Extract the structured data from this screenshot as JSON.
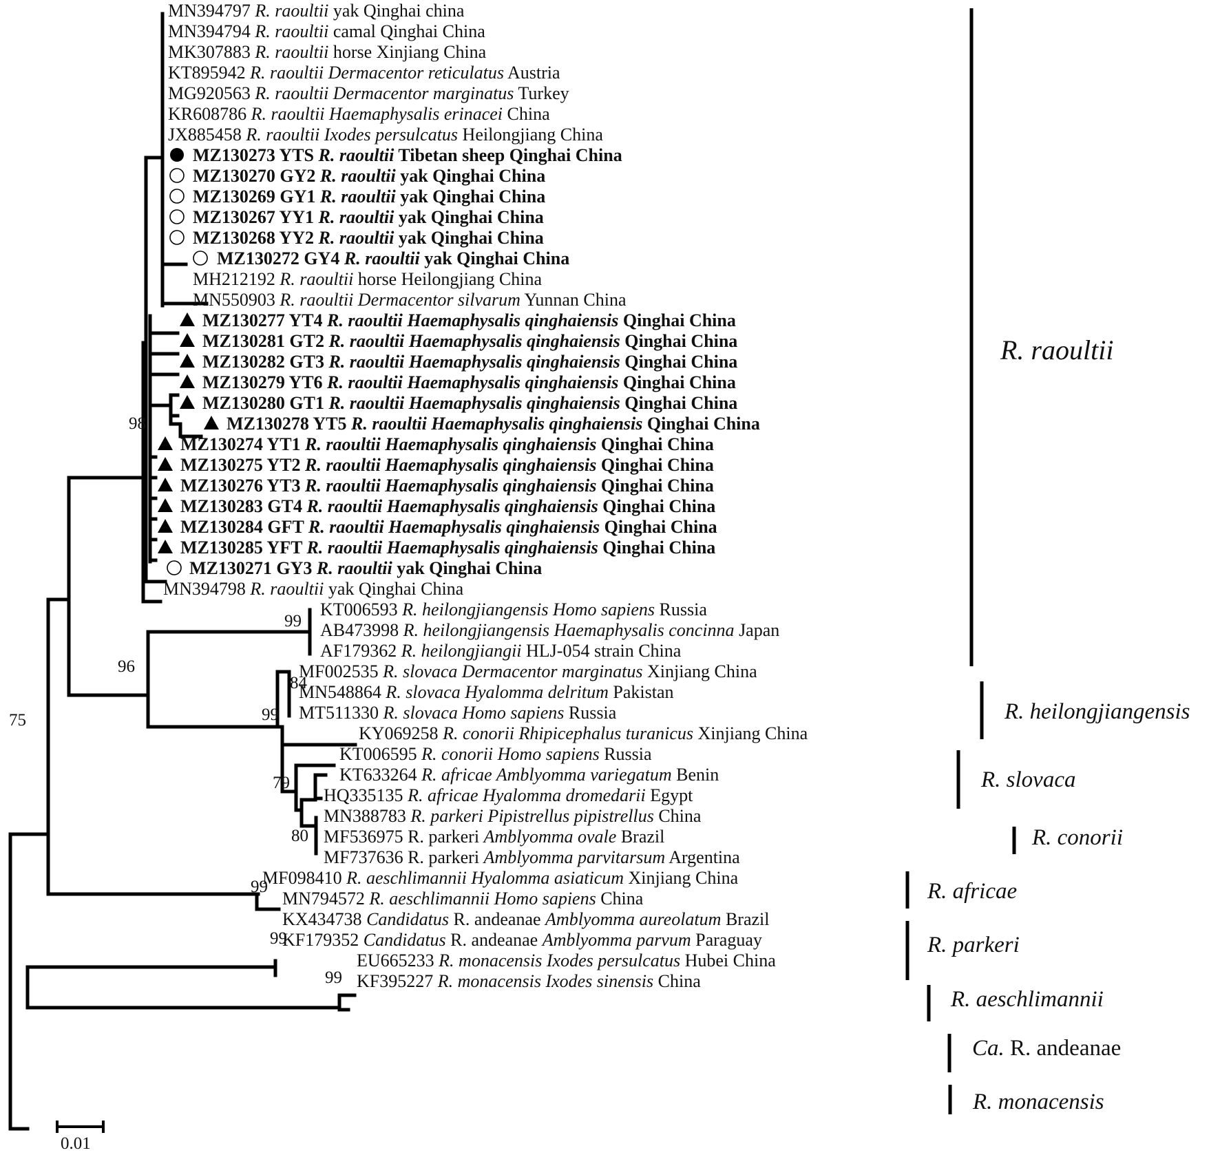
{
  "tips": [
    {
      "acc": "MN394797",
      "parts": [
        {
          "t": "R. raoultii",
          "i": true
        },
        {
          "t": " yak Qinghai china",
          "i": false
        }
      ],
      "bold": false,
      "marker": null
    },
    {
      "acc": "MN394794",
      "parts": [
        {
          "t": "R. raoultii",
          "i": true
        },
        {
          "t": " camal Qinghai China",
          "i": false
        }
      ],
      "bold": false,
      "marker": null
    },
    {
      "acc": "MK307883",
      "parts": [
        {
          "t": "R. raoultii",
          "i": true
        },
        {
          "t": " horse Xinjiang China",
          "i": false
        }
      ],
      "bold": false,
      "marker": null
    },
    {
      "acc": "KT895942",
      "parts": [
        {
          "t": "R. raoultii Dermacentor reticulatus",
          "i": true
        },
        {
          "t": " Austria",
          "i": false
        }
      ],
      "bold": false,
      "marker": null
    },
    {
      "acc": "MG920563",
      "parts": [
        {
          "t": "R. raoultii Dermacentor marginatus",
          "i": true
        },
        {
          "t": " Turkey",
          "i": false
        }
      ],
      "bold": false,
      "marker": null
    },
    {
      "acc": "KR608786",
      "parts": [
        {
          "t": "R. raoultii Haemaphysalis erinacei",
          "i": true
        },
        {
          "t": " China",
          "i": false
        }
      ],
      "bold": false,
      "marker": null
    },
    {
      "acc": "JX885458",
      "parts": [
        {
          "t": "R. raoultii Ixodes persulcatus",
          "i": true
        },
        {
          "t": " Heilongjiang China",
          "i": false
        }
      ],
      "bold": false,
      "marker": null
    },
    {
      "acc": "MZ130273 YTS",
      "parts": [
        {
          "t": "R. raoultii",
          "i": true
        },
        {
          "t": " Tibetan sheep Qinghai China",
          "i": false
        }
      ],
      "bold": true,
      "marker": "filled-circle"
    },
    {
      "acc": "MZ130270 GY2",
      "parts": [
        {
          "t": "R. raoultii",
          "i": true
        },
        {
          "t": " yak Qinghai China",
          "i": false
        }
      ],
      "bold": true,
      "marker": "open-circle"
    },
    {
      "acc": "MZ130269 GY1",
      "parts": [
        {
          "t": "R. raoultii",
          "i": true
        },
        {
          "t": " yak Qinghai China",
          "i": false
        }
      ],
      "bold": true,
      "marker": "open-circle"
    },
    {
      "acc": "MZ130267 YY1",
      "parts": [
        {
          "t": "R. raoultii",
          "i": true
        },
        {
          "t": " yak Qinghai China",
          "i": false
        }
      ],
      "bold": true,
      "marker": "open-circle"
    },
    {
      "acc": "MZ130268 YY2",
      "parts": [
        {
          "t": "R. raoultii",
          "i": true
        },
        {
          "t": " yak Qinghai China",
          "i": false
        }
      ],
      "bold": true,
      "marker": "open-circle"
    },
    {
      "acc": "MZ130272 GY4",
      "parts": [
        {
          "t": "R. raoultii",
          "i": true
        },
        {
          "t": " yak Qinghai China",
          "i": false
        }
      ],
      "bold": true,
      "marker": "open-circle"
    },
    {
      "acc": "MH212192",
      "parts": [
        {
          "t": "R. raoultii",
          "i": true
        },
        {
          "t": " horse Heilongjiang China",
          "i": false
        }
      ],
      "bold": false,
      "marker": null
    },
    {
      "acc": "MN550903",
      "parts": [
        {
          "t": "R. raoultii Dermacentor silvarum",
          "i": true
        },
        {
          "t": " Yunnan China",
          "i": false
        }
      ],
      "bold": false,
      "marker": null
    },
    {
      "acc": "MZ130277 YT4",
      "parts": [
        {
          "t": "R. raoultii Haemaphysalis qinghaiensis",
          "i": true
        },
        {
          "t": " Qinghai China",
          "i": false
        }
      ],
      "bold": true,
      "marker": "triangle"
    },
    {
      "acc": "MZ130281 GT2",
      "parts": [
        {
          "t": "R. raoultii Haemaphysalis qinghaiensis",
          "i": true
        },
        {
          "t": " Qinghai China",
          "i": false
        }
      ],
      "bold": true,
      "marker": "triangle"
    },
    {
      "acc": "MZ130282 GT3",
      "parts": [
        {
          "t": "R. raoultii Haemaphysalis qinghaiensis",
          "i": true
        },
        {
          "t": " Qinghai China",
          "i": false
        }
      ],
      "bold": true,
      "marker": "triangle"
    },
    {
      "acc": "MZ130279 YT6",
      "parts": [
        {
          "t": "R. raoultii Haemaphysalis qinghaiensis",
          "i": true
        },
        {
          "t": " Qinghai China",
          "i": false
        }
      ],
      "bold": true,
      "marker": "triangle"
    },
    {
      "acc": "MZ130280 GT1",
      "parts": [
        {
          "t": "R. raoultii Haemaphysalis qinghaiensis",
          "i": true
        },
        {
          "t": " Qinghai China",
          "i": false
        }
      ],
      "bold": true,
      "marker": "triangle"
    },
    {
      "acc": "MZ130278 YT5",
      "parts": [
        {
          "t": "R. raoultii Haemaphysalis qinghaiensis",
          "i": true
        },
        {
          "t": " Qinghai China",
          "i": false
        }
      ],
      "bold": true,
      "marker": "triangle"
    },
    {
      "acc": "MZ130274 YT1",
      "parts": [
        {
          "t": "R. raoultii Haemaphysalis qinghaiensis",
          "i": true
        },
        {
          "t": " Qinghai China",
          "i": false
        }
      ],
      "bold": true,
      "marker": "triangle"
    },
    {
      "acc": "MZ130275 YT2",
      "parts": [
        {
          "t": "R. raoultii Haemaphysalis qinghaiensis",
          "i": true
        },
        {
          "t": " Qinghai China",
          "i": false
        }
      ],
      "bold": true,
      "marker": "triangle"
    },
    {
      "acc": "MZ130276 YT3",
      "parts": [
        {
          "t": "R. raoultii Haemaphysalis qinghaiensis",
          "i": true
        },
        {
          "t": " Qinghai China",
          "i": false
        }
      ],
      "bold": true,
      "marker": "triangle"
    },
    {
      "acc": "MZ130283 GT4",
      "parts": [
        {
          "t": "R. raoultii Haemaphysalis qinghaiensis",
          "i": true
        },
        {
          "t": " Qinghai China",
          "i": false
        }
      ],
      "bold": true,
      "marker": "triangle"
    },
    {
      "acc": "MZ130284 GFT",
      "parts": [
        {
          "t": "R. raoultii Haemaphysalis qinghaiensis",
          "i": true
        },
        {
          "t": " Qinghai China",
          "i": false
        }
      ],
      "bold": true,
      "marker": "triangle"
    },
    {
      "acc": "MZ130285 YFT",
      "parts": [
        {
          "t": "R. raoultii Haemaphysalis qinghaiensis",
          "i": true
        },
        {
          "t": " Qinghai China",
          "i": false
        }
      ],
      "bold": true,
      "marker": "triangle"
    },
    {
      "acc": "MZ130271 GY3",
      "parts": [
        {
          "t": "R. raoultii",
          "i": true
        },
        {
          "t": " yak Qinghai China",
          "i": false
        }
      ],
      "bold": true,
      "marker": "open-circle"
    },
    {
      "acc": "MN394798",
      "parts": [
        {
          "t": "R. raoultii",
          "i": true
        },
        {
          "t": " yak Qinghai China",
          "i": false
        }
      ],
      "bold": false,
      "marker": null
    },
    {
      "acc": "KT006593",
      "parts": [
        {
          "t": "R. heilongjiangensis Homo sapiens",
          "i": true
        },
        {
          "t": " Russia",
          "i": false
        }
      ],
      "bold": false,
      "marker": null
    },
    {
      "acc": "AB473998",
      "parts": [
        {
          "t": "R. heilongjiangensis Haemaphysalis concinna",
          "i": true
        },
        {
          "t": " Japan",
          "i": false
        }
      ],
      "bold": false,
      "marker": null
    },
    {
      "acc": "AF179362",
      "parts": [
        {
          "t": "R. heilongjiangii",
          "i": true
        },
        {
          "t": " HLJ-054 strain China",
          "i": false
        }
      ],
      "bold": false,
      "marker": null
    },
    {
      "acc": "MF002535",
      "parts": [
        {
          "t": "R. slovaca Dermacentor marginatus",
          "i": true
        },
        {
          "t": " Xinjiang China",
          "i": false
        }
      ],
      "bold": false,
      "marker": null
    },
    {
      "acc": "MN548864",
      "parts": [
        {
          "t": "R. slovaca Hyalomma delritum",
          "i": true
        },
        {
          "t": " Pakistan",
          "i": false
        }
      ],
      "bold": false,
      "marker": null
    },
    {
      "acc": "MT511330",
      "parts": [
        {
          "t": "R. slovaca Homo sapiens",
          "i": true
        },
        {
          "t": " Russia",
          "i": false
        }
      ],
      "bold": false,
      "marker": null
    },
    {
      "acc": "KY069258",
      "parts": [
        {
          "t": "R. conorii Rhipicephalus turanicus",
          "i": true
        },
        {
          "t": " Xinjiang China",
          "i": false
        }
      ],
      "bold": false,
      "marker": null
    },
    {
      "acc": "KT006595",
      "parts": [
        {
          "t": "R. conorii Homo sapiens",
          "i": true
        },
        {
          "t": " Russia",
          "i": false
        }
      ],
      "bold": false,
      "marker": null
    },
    {
      "acc": "KT633264",
      "parts": [
        {
          "t": "R. africae Amblyomma variegatum",
          "i": true
        },
        {
          "t": " Benin",
          "i": false
        }
      ],
      "bold": false,
      "marker": null
    },
    {
      "acc": "HQ335135",
      "parts": [
        {
          "t": "R. africae Hyalomma dromedarii",
          "i": true
        },
        {
          "t": " Egypt",
          "i": false
        }
      ],
      "bold": false,
      "marker": null
    },
    {
      "acc": "MN388783",
      "parts": [
        {
          "t": "R. parkeri Pipistrellus pipistrellus",
          "i": true
        },
        {
          "t": " China",
          "i": false
        }
      ],
      "bold": false,
      "marker": null
    },
    {
      "acc": "MF536975",
      "parts": [
        {
          "t": "R. parkeri ",
          "i": false
        },
        {
          "t": "Amblyomma ovale",
          "i": true
        },
        {
          "t": " Brazil",
          "i": false
        }
      ],
      "bold": false,
      "marker": null
    },
    {
      "acc": "MF737636",
      "parts": [
        {
          "t": "R. parkeri ",
          "i": false
        },
        {
          "t": "Amblyomma parvitarsum",
          "i": true
        },
        {
          "t": " Argentina",
          "i": false
        }
      ],
      "bold": false,
      "marker": null
    },
    {
      "acc": "MF098410",
      "parts": [
        {
          "t": "R. aeschlimannii Hyalomma asiaticum",
          "i": true
        },
        {
          "t": " Xinjiang China",
          "i": false
        }
      ],
      "bold": false,
      "marker": null
    },
    {
      "acc": "MN794572",
      "parts": [
        {
          "t": "R. aeschlimannii Homo sapiens",
          "i": true
        },
        {
          "t": " China",
          "i": false
        }
      ],
      "bold": false,
      "marker": null
    },
    {
      "acc": "KX434738",
      "parts": [
        {
          "t": "Candidatus",
          "i": true
        },
        {
          "t": " R. andeanae ",
          "i": false
        },
        {
          "t": "Amblyomma aureolatum",
          "i": true
        },
        {
          "t": " Brazil",
          "i": false
        }
      ],
      "bold": false,
      "marker": null
    },
    {
      "acc": "KF179352",
      "parts": [
        {
          "t": "Candidatus",
          "i": true
        },
        {
          "t": " R. andeanae ",
          "i": false
        },
        {
          "t": "Amblyomma parvum",
          "i": true
        },
        {
          "t": " Paraguay",
          "i": false
        }
      ],
      "bold": false,
      "marker": null
    },
    {
      "acc": "EU665233",
      "parts": [
        {
          "t": "R. monacensis Ixodes persulcatus",
          "i": true
        },
        {
          "t": " Hubei China",
          "i": false
        }
      ],
      "bold": false,
      "marker": null
    },
    {
      "acc": "KF395227",
      "parts": [
        {
          "t": "R. monacensis Ixodes sinensis",
          "i": true
        },
        {
          "t": " China",
          "i": false
        }
      ],
      "bold": false,
      "marker": null
    }
  ],
  "bootstrap_values": [
    "98",
    "99",
    "96",
    "84",
    "99",
    "79",
    "80",
    "99",
    "99",
    "99",
    "75"
  ],
  "clades": [
    {
      "parts": [
        {
          "t": "R. raoultii",
          "i": true
        }
      ]
    },
    {
      "parts": [
        {
          "t": "R. heilongjiangensis",
          "i": true
        }
      ]
    },
    {
      "parts": [
        {
          "t": "R. slovaca",
          "i": true
        }
      ]
    },
    {
      "parts": [
        {
          "t": "R. conorii",
          "i": true
        }
      ]
    },
    {
      "parts": [
        {
          "t": "R. africae",
          "i": true
        }
      ]
    },
    {
      "parts": [
        {
          "t": "R. parkeri",
          "i": true
        }
      ]
    },
    {
      "parts": [
        {
          "t": "R. aeschlimannii",
          "i": true
        }
      ]
    },
    {
      "parts": [
        {
          "t": "Ca.",
          "i": true
        },
        {
          "t": " R. andeanae",
          "i": false
        }
      ]
    },
    {
      "parts": [
        {
          "t": "R. monacensis",
          "i": true
        }
      ]
    }
  ],
  "scale_bar": {
    "label": "0.01"
  }
}
